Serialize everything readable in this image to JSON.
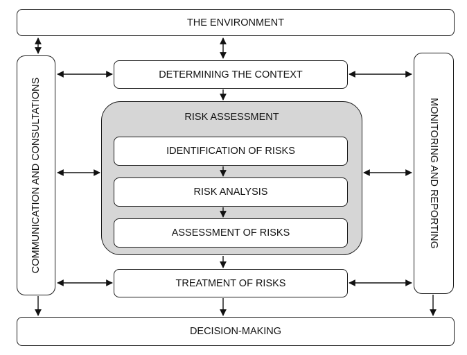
{
  "environment": "THE ENVIRONMENT",
  "context": "DETERMINING THE CONTEXT",
  "risk_assessment": {
    "title": "RISK ASSESSMENT",
    "steps": [
      "IDENTIFICATION OF RISKS",
      "RISK ANALYSIS",
      "ASSESSMENT OF RISKS"
    ]
  },
  "treatment": "TREATMENT OF RISKS",
  "decision": "DECISION-MAKING",
  "communication": "COMMUNICATION AND CONSULTATIONS",
  "monitoring": "MONITORING AND REPORTING"
}
